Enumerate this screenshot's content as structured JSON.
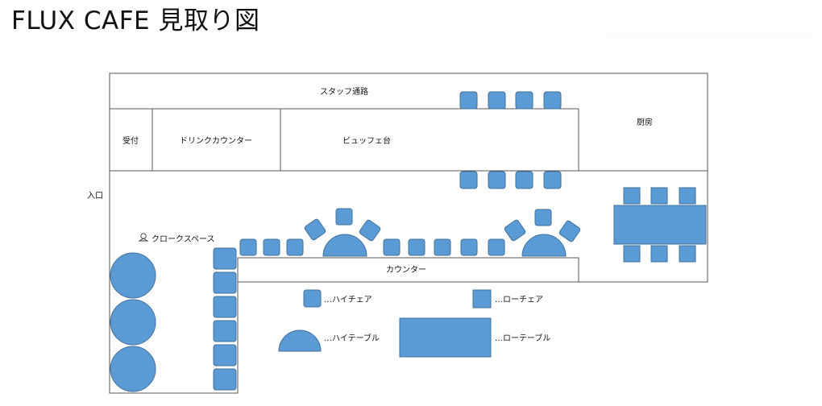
{
  "title": "FLUX CAFE 見取り図",
  "labels": {
    "staff_passage": "スタッフ通路",
    "reception": "受付",
    "drink_counter": "ドリンクカウンター",
    "buffet": "ビュッフェ台",
    "kitchen": "厨房",
    "entrance": "入口",
    "cloak": "クロークスペース",
    "counter": "カウンター"
  },
  "legend": {
    "high_chair": "…ハイチェア",
    "low_chair": "…ローチェア",
    "high_table": "…ハイテーブル",
    "low_table": "…ローテーブル"
  },
  "colors": {
    "furniture_fill": "#5b9bd5",
    "furniture_stroke": "#41719c",
    "wall_line": "#555555"
  },
  "icons": {
    "cloak": "hanger-icon"
  }
}
